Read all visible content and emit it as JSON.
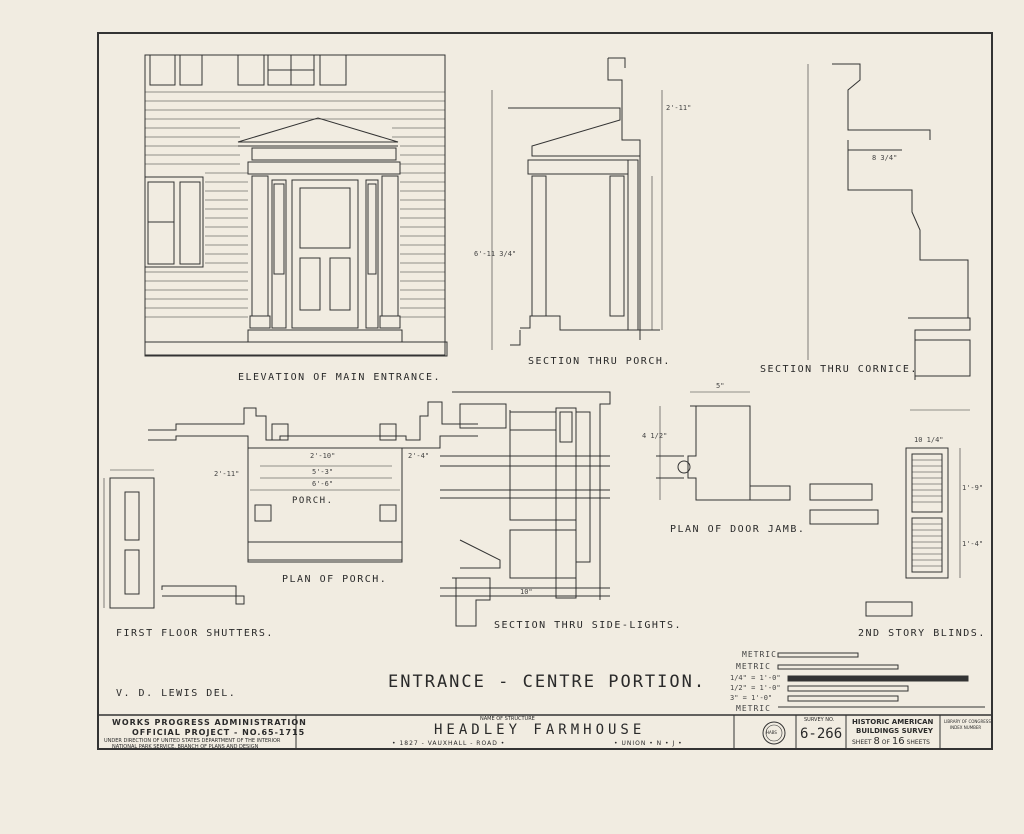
{
  "drawing": {
    "titles": {
      "elevation": "ELEVATION OF MAIN ENTRANCE.",
      "section_porch": "SECTION THRU PORCH.",
      "section_cornice": "SECTION THRU CORNICE.",
      "plan_porch": "PLAN OF PORCH.",
      "porch_label": "PORCH.",
      "plan_door_jamb": "PLAN OF DOOR JAMB.",
      "first_floor_shutters": "FIRST FLOOR SHUTTERS.",
      "section_side_lights": "SECTION THRU SIDE-LIGHTS.",
      "second_story_blinds": "2ND STORY BLINDS.",
      "main_title": "ENTRANCE - CENTRE PORTION.",
      "delineator": "V. D. LEWIS  DEL."
    },
    "dimensions": {
      "porch_2_10": "2'-10\"",
      "porch_5_3": "5'-3\"",
      "porch_6_6": "6'-6\"",
      "porch_2_4": "2'-4\"",
      "porch_2_11": "2'-11\"",
      "section_2_11": "2'-11\"",
      "section_6_11": "6'-11 3/4\"",
      "cornice_8": "8 3/4\"",
      "jamb_5": "5\"",
      "jamb_4": "4 1/2\"",
      "blinds_10": "10 1/4\"",
      "blinds_1_9": "1'-9\"",
      "blinds_1_4": "1'-4\"",
      "sidelight_10": "10\""
    }
  },
  "scales": {
    "labels": [
      "METRIC",
      "METRIC",
      "1/4\" = 1'-0\"",
      "1/2\" = 1'-0\"",
      "3\" = 1'-0\"",
      "METRIC"
    ]
  },
  "title_block": {
    "wpa_line1": "WORKS PROGRESS ADMINISTRATION",
    "wpa_line2": "OFFICIAL PROJECT - NO.65-1715",
    "wpa_line3": "UNDER DIRECTION OF UNITED STATES DEPARTMENT OF THE INTERIOR",
    "wpa_line4": "NATIONAL PARK SERVICE, BRANCH OF PLANS AND DESIGN",
    "name_caption": "NAME OF STRUCTURE",
    "structure_name": "HEADLEY FARMHOUSE",
    "address": "• 1827 - VAUXHALL - ROAD •",
    "location": "• UNION • N • J •",
    "survey_caption": "SURVEY NO.",
    "survey_no": "6-266",
    "habs_line1": "HISTORIC AMERICAN",
    "habs_line2": "BUILDINGS SURVEY",
    "sheet_word": "SHEET",
    "sheet_no": "8",
    "of_word": "OF",
    "sheet_total": "16",
    "sheets_word": "SHEETS",
    "library_line1": "LIBRARY OF CONGRESS",
    "library_line2": "INDEX NUMBER",
    "seal_text": "HABS"
  }
}
